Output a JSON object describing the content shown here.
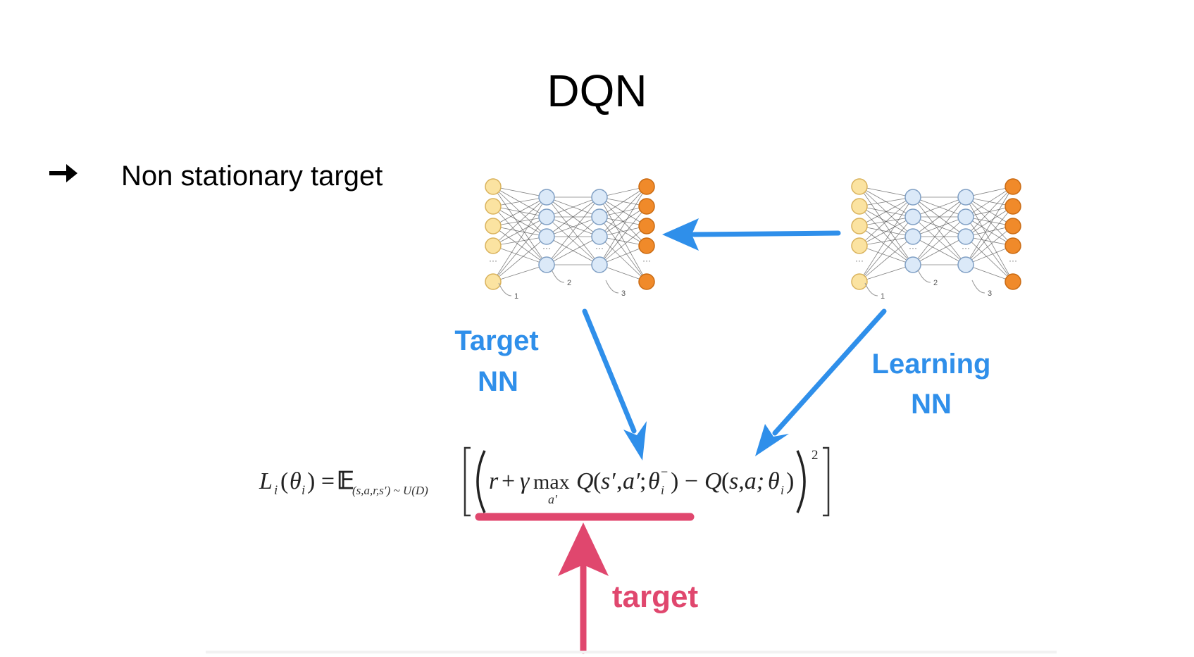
{
  "slide": {
    "title": "DQN",
    "bullet": "Non stationary target"
  },
  "diagram": {
    "target_label_line1": "Target",
    "target_label_line2": "NN",
    "learning_label_line1": "Learning",
    "learning_label_line2": "NN",
    "target_marker_label": "target",
    "layer_numbers": [
      "1",
      "2",
      "3"
    ],
    "colors": {
      "arrow_blue": "#2f8fea",
      "arrow_pink": "#e0476e",
      "input_node": "#fbe3a1",
      "hidden_node": "#dbe9f8",
      "output_node": "#f08a2a"
    }
  }
}
